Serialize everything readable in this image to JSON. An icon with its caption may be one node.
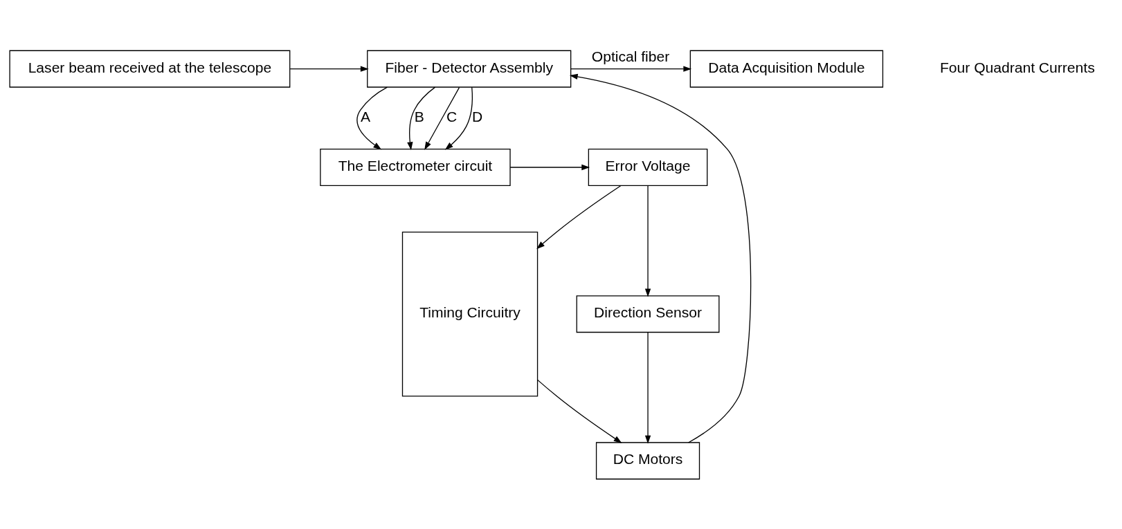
{
  "diagram": {
    "nodes": [
      {
        "text": [
          "Laser beam received at the telescope"
        ]
      },
      {
        "text": [
          "Fiber - Detector Assembly"
        ]
      },
      {
        "text": [
          "Data Acquisition Module"
        ]
      },
      {
        "text": [
          "DC Motors"
        ]
      },
      {
        "text": [
          "Timing Circuitry"
        ]
      },
      {
        "text": [
          "Direction Sensor"
        ]
      },
      {
        "text": [
          "The Electrometer circuit"
        ]
      },
      {
        "text": [
          "Error Voltage"
        ]
      }
    ],
    "edges": [
      {
        "from": 0,
        "to": 1,
        "arrow": "to"
      },
      {
        "from": 1,
        "to": 2,
        "arrow": "to",
        "label": "Optical fiber"
      },
      {
        "from": 1,
        "to": 6,
        "arrow": "to",
        "label": "A"
      },
      {
        "from": 1,
        "to": 6,
        "arrow": "to",
        "label": "B"
      },
      {
        "from": 1,
        "to": 6,
        "arrow": "to",
        "label": "C"
      },
      {
        "from": 1,
        "to": 6,
        "arrow": "to",
        "label": "D"
      },
      {
        "from": 3,
        "to": 1,
        "arrow": "to"
      },
      {
        "from": 4,
        "to": 3,
        "arrow": "to"
      },
      {
        "from": 5,
        "to": 3,
        "arrow": "to"
      },
      {
        "from": 7,
        "to": 5,
        "arrow": "to"
      },
      {
        "from": 6,
        "to": 7,
        "arrow": "to"
      },
      {
        "from": 7,
        "to": 4,
        "arrow": "to"
      }
    ],
    "labels": [
      "Four Quadrant Currents"
    ]
  }
}
